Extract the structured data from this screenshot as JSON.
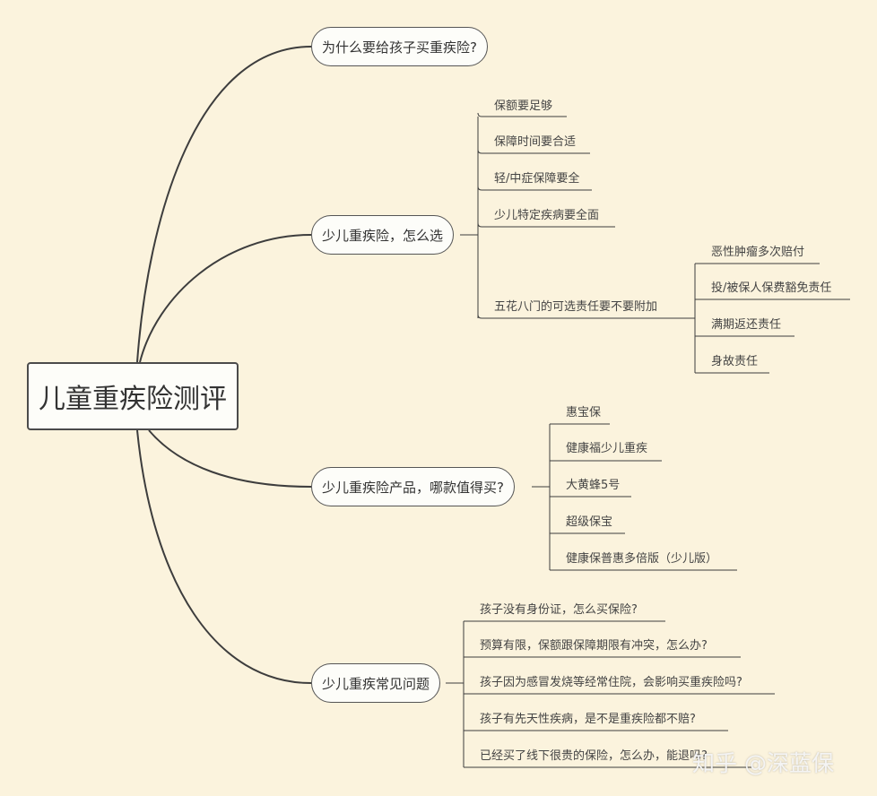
{
  "root": {
    "label": "儿童重疾险测评"
  },
  "branches": [
    {
      "label": "为什么要给孩子买重疾险?",
      "children": []
    },
    {
      "label": "少儿重疾险，怎么选",
      "children": [
        {
          "label": "保额要足够"
        },
        {
          "label": "保障时间要合适"
        },
        {
          "label": "轻/中症保障要全"
        },
        {
          "label": "少儿特定疾病要全面"
        },
        {
          "label": "五花八门的可选责任要不要附加",
          "children": [
            {
              "label": "恶性肿瘤多次赔付"
            },
            {
              "label": "投/被保人保费豁免责任"
            },
            {
              "label": "满期返还责任"
            },
            {
              "label": "身故责任"
            }
          ]
        }
      ]
    },
    {
      "label": "少儿重疾险产品，哪款值得买?",
      "children": [
        {
          "label": "惠宝保"
        },
        {
          "label": "健康福少儿重疾"
        },
        {
          "label": "大黄蜂5号"
        },
        {
          "label": "超级保宝"
        },
        {
          "label": "健康保普惠多倍版（少儿版）"
        }
      ]
    },
    {
      "label": "少儿重疾常见问题",
      "children": [
        {
          "label": "孩子没有身份证，怎么买保险?"
        },
        {
          "label": "预算有限，保额跟保障期限有冲突，怎么办?"
        },
        {
          "label": "孩子因为感冒发烧等经常住院，会影响买重疾险吗?"
        },
        {
          "label": "孩子有先天性疾病，是不是重疾险都不赔?"
        },
        {
          "label": "已经买了线下很贵的保险，怎么办，能退吗?"
        }
      ]
    }
  ],
  "watermark": "知乎 @深蓝保",
  "colors": {
    "background": "#fbf3dd",
    "line": "#3d3d3d",
    "node_fill": "#fdfdf9"
  }
}
